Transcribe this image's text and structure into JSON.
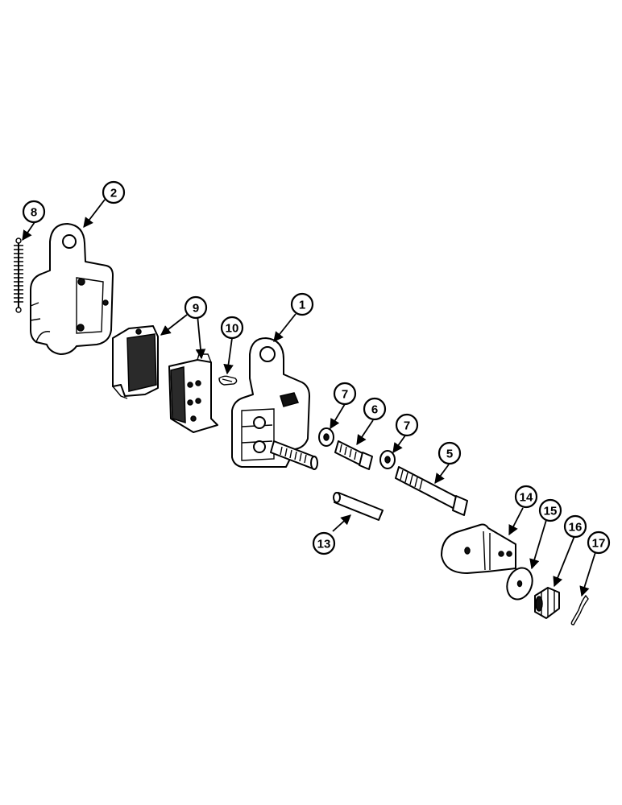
{
  "callouts": [
    {
      "id": "c1",
      "label": "1"
    },
    {
      "id": "c2",
      "label": "2"
    },
    {
      "id": "c5",
      "label": "5"
    },
    {
      "id": "c6",
      "label": "6"
    },
    {
      "id": "c7a",
      "label": "7"
    },
    {
      "id": "c7b",
      "label": "7"
    },
    {
      "id": "c8",
      "label": "8"
    },
    {
      "id": "c9",
      "label": "9"
    },
    {
      "id": "c10",
      "label": "10"
    },
    {
      "id": "c13",
      "label": "13"
    },
    {
      "id": "c14",
      "label": "14"
    },
    {
      "id": "c15",
      "label": "15"
    },
    {
      "id": "c16",
      "label": "16"
    },
    {
      "id": "c17",
      "label": "17"
    }
  ]
}
